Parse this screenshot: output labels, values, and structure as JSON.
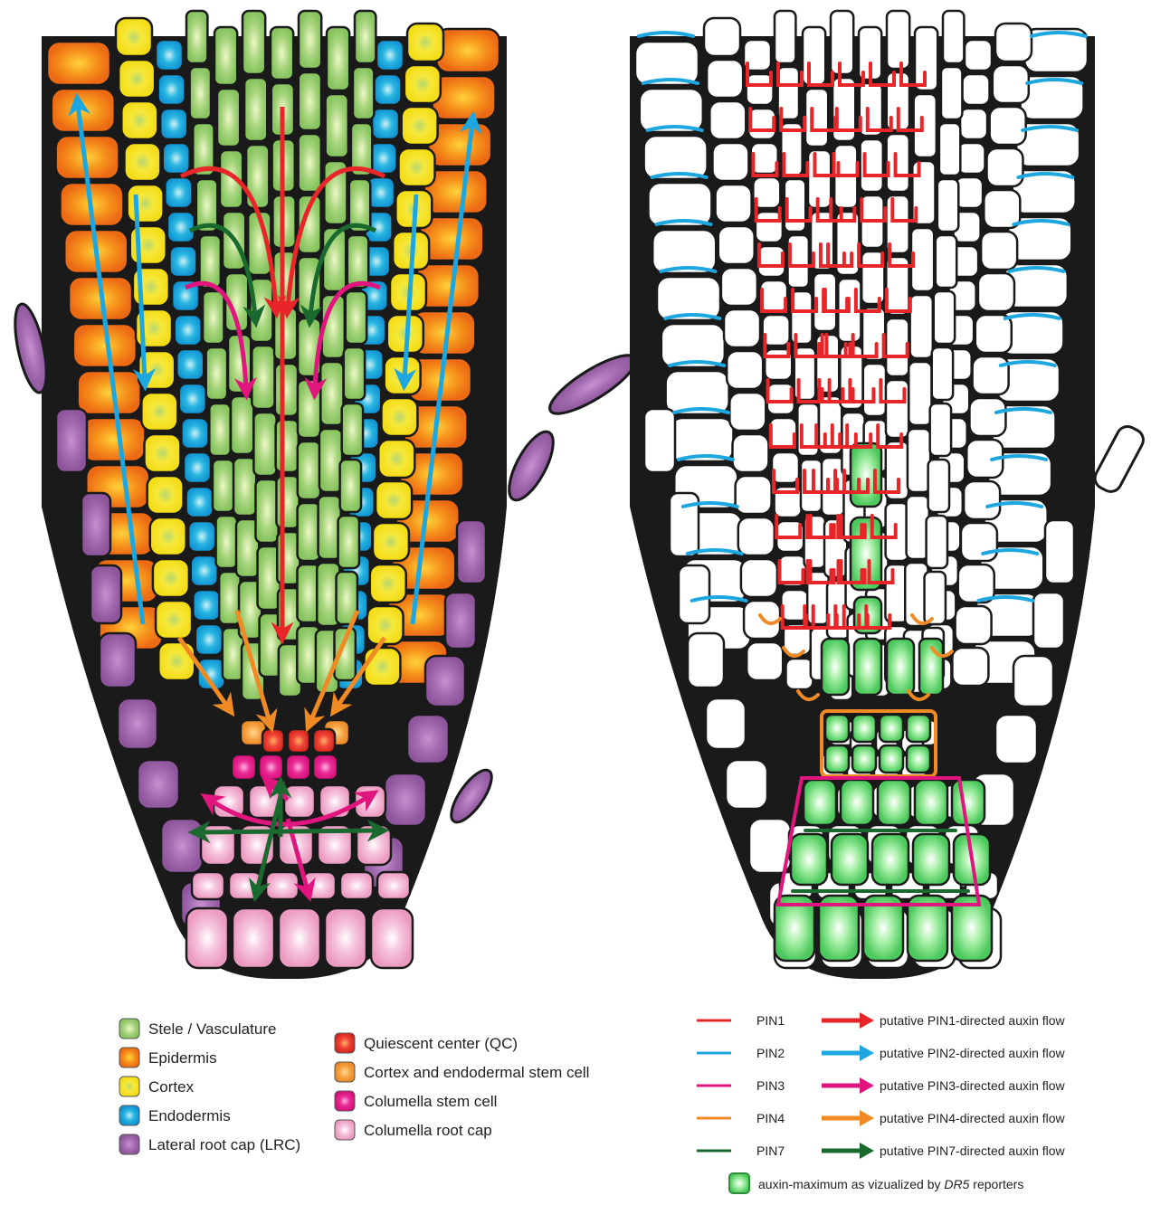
{
  "legend_tissues": [
    {
      "label": "Stele / Vasculature",
      "color": "#8dc96b",
      "key": "stele"
    },
    {
      "label": "Epidermis",
      "color": "#f07a1a",
      "key": "epidermis"
    },
    {
      "label": "Cortex",
      "color": "#f5e21a",
      "key": "cortex"
    },
    {
      "label": "Endodermis",
      "color": "#1aa3dc",
      "key": "endodermis"
    },
    {
      "label": "Lateral root cap (LRC)",
      "color": "#9b5ba8",
      "key": "lrc"
    },
    {
      "label": "Quiescent center (QC)",
      "color": "#e2342a",
      "key": "qc"
    },
    {
      "label": "Cortex and endodermal stem cell",
      "color": "#f0983a",
      "key": "cei"
    },
    {
      "label": "Columella stem cell",
      "color": "#e0157e",
      "key": "csc"
    },
    {
      "label": "Columella root cap",
      "color": "#f0a6c8",
      "key": "columella"
    }
  ],
  "legend_pins": [
    {
      "pin": "PIN1",
      "flow": "putative PIN1-directed auxin flow",
      "color": "#e8262a"
    },
    {
      "pin": "PIN2",
      "flow": "putative PIN2-directed auxin flow",
      "color": "#1ca7e1"
    },
    {
      "pin": "PIN3",
      "flow": "putative PIN3-directed auxin flow",
      "color": "#e0157e"
    },
    {
      "pin": "PIN4",
      "flow": "putative PIN4-directed auxin flow",
      "color": "#f08a24"
    },
    {
      "pin": "PIN7",
      "flow": "putative PIN7-directed auxin flow",
      "color": "#1a6a30"
    }
  ],
  "legend_dr5": {
    "prefix": "auxin-maximum as vizualized by ",
    "italic": "DR5",
    "suffix": " reporters",
    "color": "#5cd66a"
  }
}
